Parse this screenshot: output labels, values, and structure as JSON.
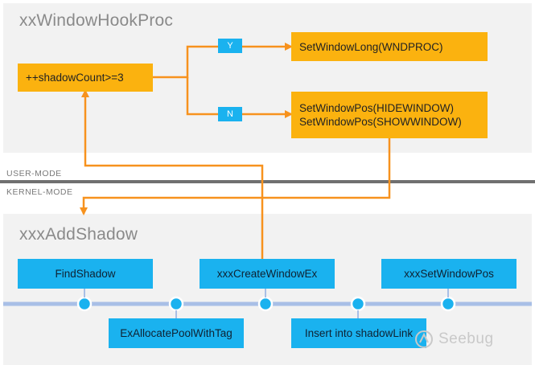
{
  "top_panel": {
    "title": "xxWindowHookProc"
  },
  "bottom_panel": {
    "title": "xxxAddShadow"
  },
  "mode_labels": {
    "user": "USER-MODE",
    "kernel": "KERNEL-MODE"
  },
  "boxes": {
    "shadow_count": "++shadowCount>=3",
    "set_window_long": "SetWindowLong(WNDPROC)",
    "set_window_pos_hide": "SetWindowPos(HIDEWINDOW)",
    "set_window_pos_show": "SetWindowPos(SHOWWINDOW)"
  },
  "branches": {
    "yes": "Y",
    "no": "N"
  },
  "timeline": {
    "top_steps": [
      "FindShadow",
      "xxxCreateWindowEx",
      "xxxSetWindowPos"
    ],
    "bottom_steps": [
      "ExAllocatePoolWithTag",
      "Insert into shadowLink"
    ]
  },
  "watermark": {
    "text": "Seebug"
  },
  "colors": {
    "orange": "#fbb20f",
    "arrow_orange": "#f7921e",
    "blue": "#1ab2ef",
    "timeline": "#a8bfe6",
    "panel": "#f2f2f2",
    "divider": "#707070"
  }
}
